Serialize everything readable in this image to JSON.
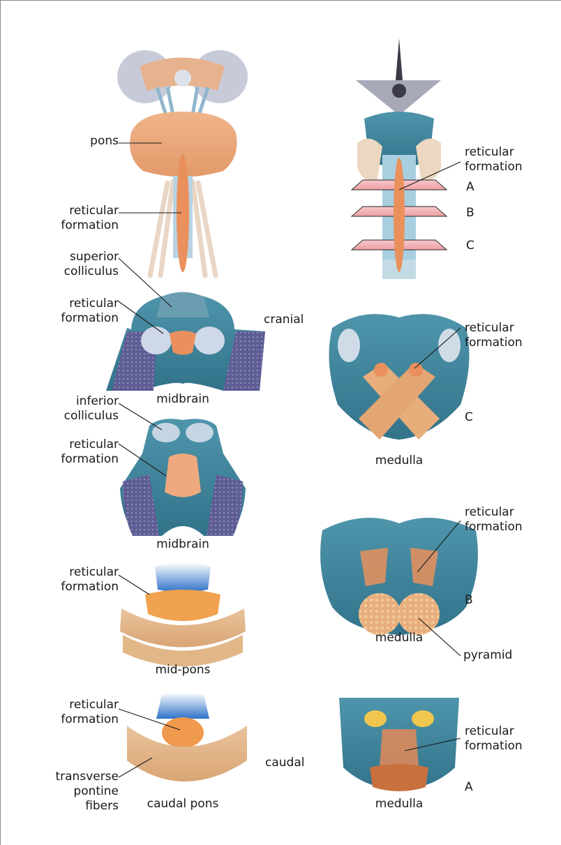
{
  "labels": {
    "pons": "pons",
    "reticular_formation_line1": "reticular",
    "reticular_formation_line2": "formation",
    "plane_a": "A",
    "plane_b": "B",
    "plane_c": "C",
    "superior_colliculus_line1": "superior",
    "superior_colliculus_line2": "colliculus",
    "cranial": "cranial",
    "midbrain": "midbrain",
    "medulla": "medulla",
    "inferior_colliculus_line1": "inferior",
    "inferior_colliculus_line2": "colliculus",
    "mid_pons": "mid-pons",
    "pyramid": "pyramid",
    "caudal": "caudal",
    "caudal_pons": "caudal pons",
    "transverse_line1": "transverse",
    "transverse_line2": "pontine",
    "transverse_line3": "fibers"
  },
  "colors": {
    "tegmentum_blue": "#3d7f95",
    "reticular_orange": "#e9905c",
    "pons_tan": "#e8a578",
    "fiber_tan": "#e3b27e",
    "plane_pink": "#f3b3b6",
    "grey_blue": "#b9c2d6",
    "dark_purple": "#5a5a8c"
  }
}
